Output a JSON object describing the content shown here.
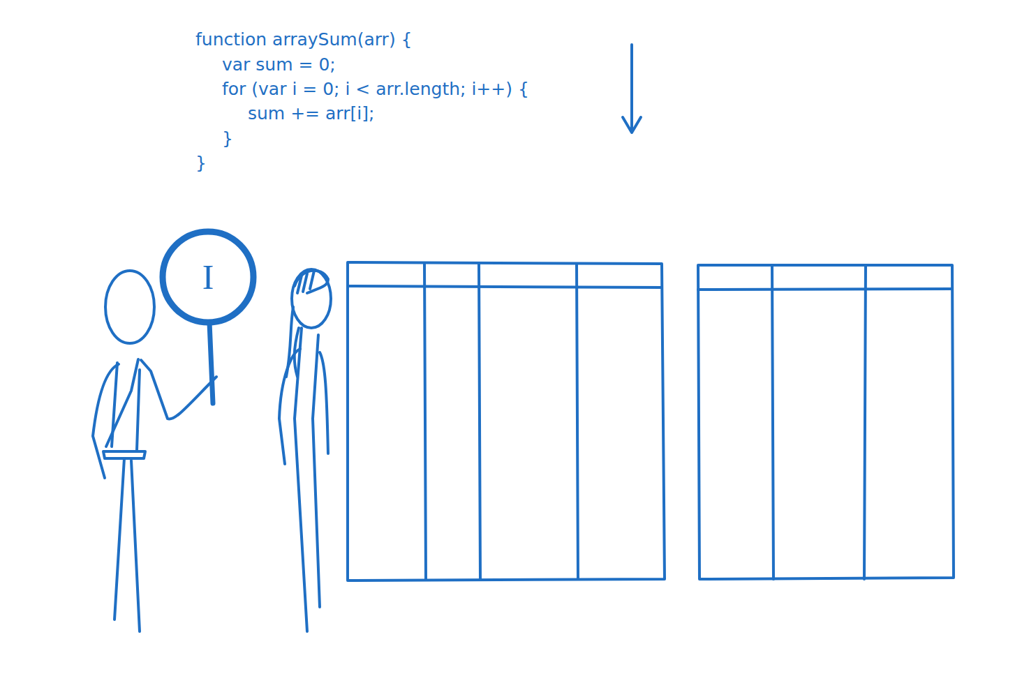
{
  "diagram": {
    "nodes": [
      {
        "text": [
          "I"
        ]
      }
    ],
    "labels": [
      "function arraySum(arr) {",
      "var sum = 0;",
      "for (var i = 0; i < arr.length; i++) {",
      "sum += arr[i];",
      "}",
      "}"
    ]
  }
}
